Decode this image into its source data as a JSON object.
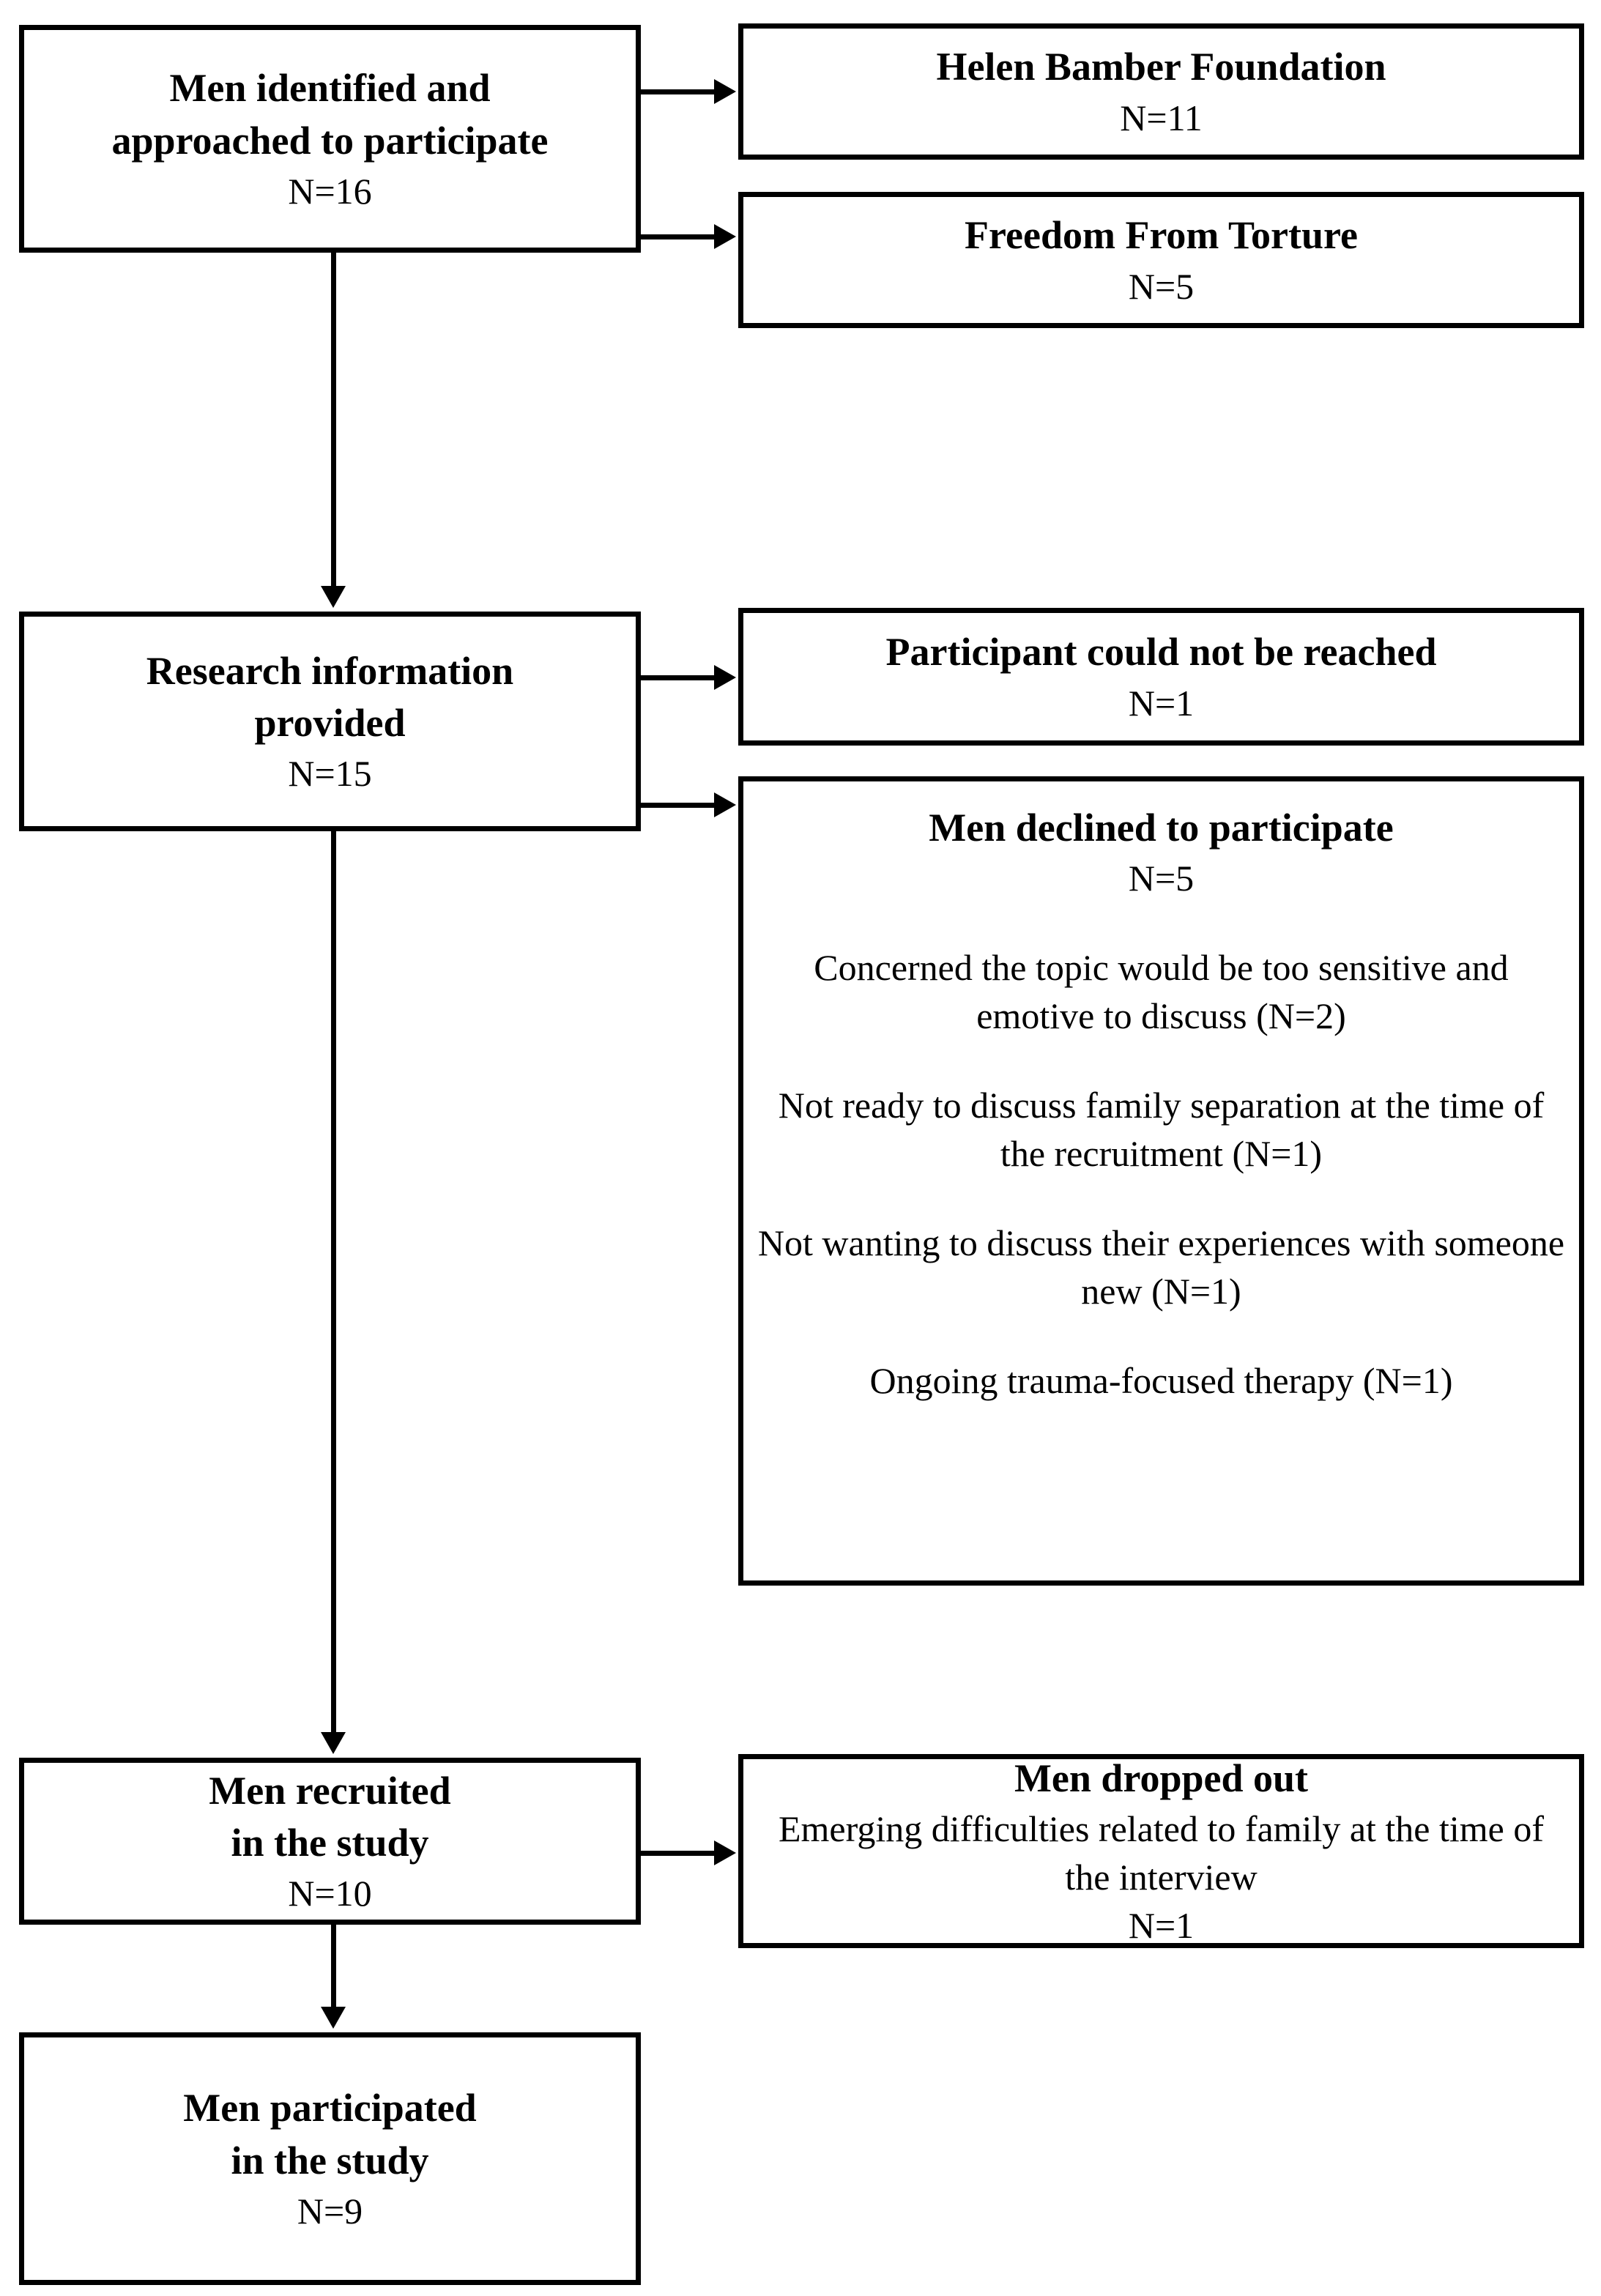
{
  "figure": {
    "type": "participant-flow-diagram",
    "nodes": {
      "identified": {
        "title_line1": "Men identified and",
        "title_line2": "approached to participate",
        "n": "N=16"
      },
      "helen_bamber": {
        "title": "Helen Bamber Foundation",
        "n": "N=11"
      },
      "freedom_from_torture": {
        "title": "Freedom From Torture",
        "n": "N=5"
      },
      "research_info": {
        "title_line1": "Research information",
        "title_line2": "provided",
        "n": "N=15"
      },
      "not_reached": {
        "title": "Participant could not be reached",
        "n": "N=1"
      },
      "declined": {
        "title": "Men declined to participate",
        "n": "N=5",
        "reasons": [
          "Concerned the topic would be too sensitive and emotive to discuss (N=2)",
          "Not ready to discuss family separation at the time of the recruitment (N=1)",
          "Not wanting to discuss their experiences with someone new (N=1)",
          "Ongoing trauma-focused therapy (N=1)"
        ]
      },
      "recruited": {
        "title_line1": "Men recruited",
        "title_line2": "in the study",
        "n": "N=10"
      },
      "dropped_out": {
        "title": "Men dropped out",
        "reason": "Emerging difficulties related to family at the time of the interview",
        "n": "N=1"
      },
      "participated": {
        "title_line1": "Men participated",
        "title_line2": "in the study",
        "n": "N=9"
      }
    },
    "colors": {
      "stroke": "#000000",
      "fill": "#ffffff",
      "text": "#000000"
    }
  }
}
